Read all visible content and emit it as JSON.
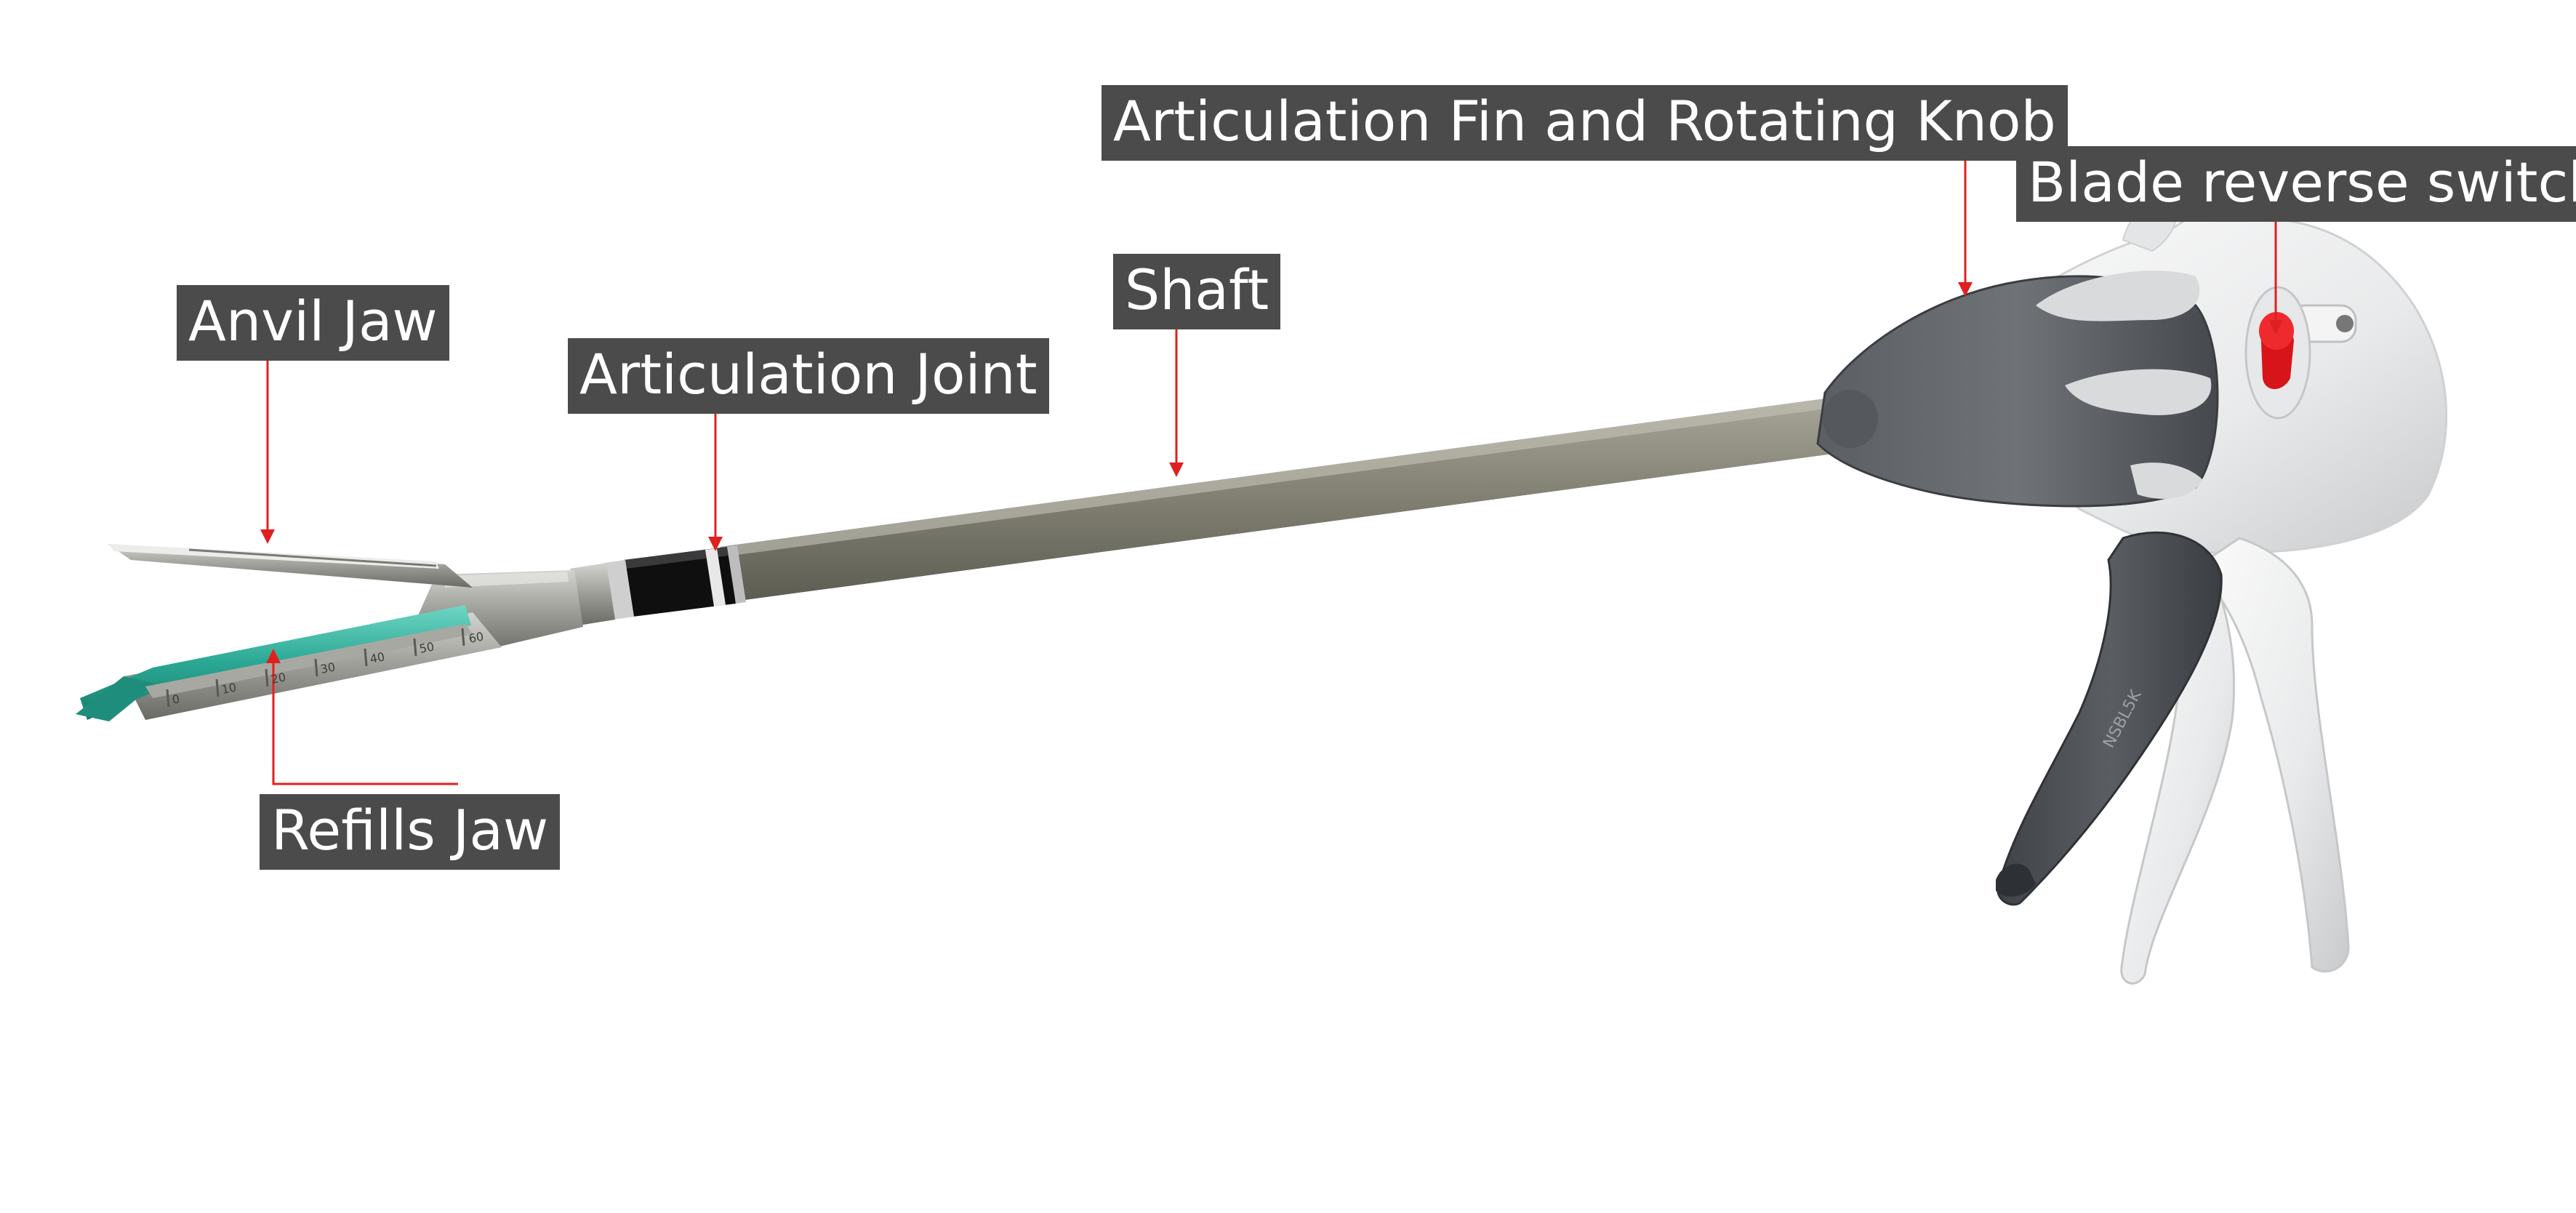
{
  "labels": {
    "anvil_jaw": "Anvil Jaw",
    "articulation_joint": "Articulation Joint",
    "shaft": "Shaft",
    "articulation_fin": "Articulation Fin and Rotating Knob",
    "blade_reverse": "Blade reverse switch",
    "refills_jaw": "Refills Jaw"
  },
  "colors": {
    "label_bg": "#4b4b4b",
    "label_text": "#ffffff",
    "leader_line": "#e02020",
    "shaft": "#7e7d70",
    "cartridge_teal": "#2aa894",
    "handle_gray": "#4a4e52",
    "handle_white": "#eeeff0",
    "switch_red": "#d8141b"
  },
  "device_text": {
    "model_mark": "NSBL5K",
    "scale_marks": [
      "0",
      "10",
      "20",
      "30",
      "40",
      "50",
      "60"
    ]
  }
}
